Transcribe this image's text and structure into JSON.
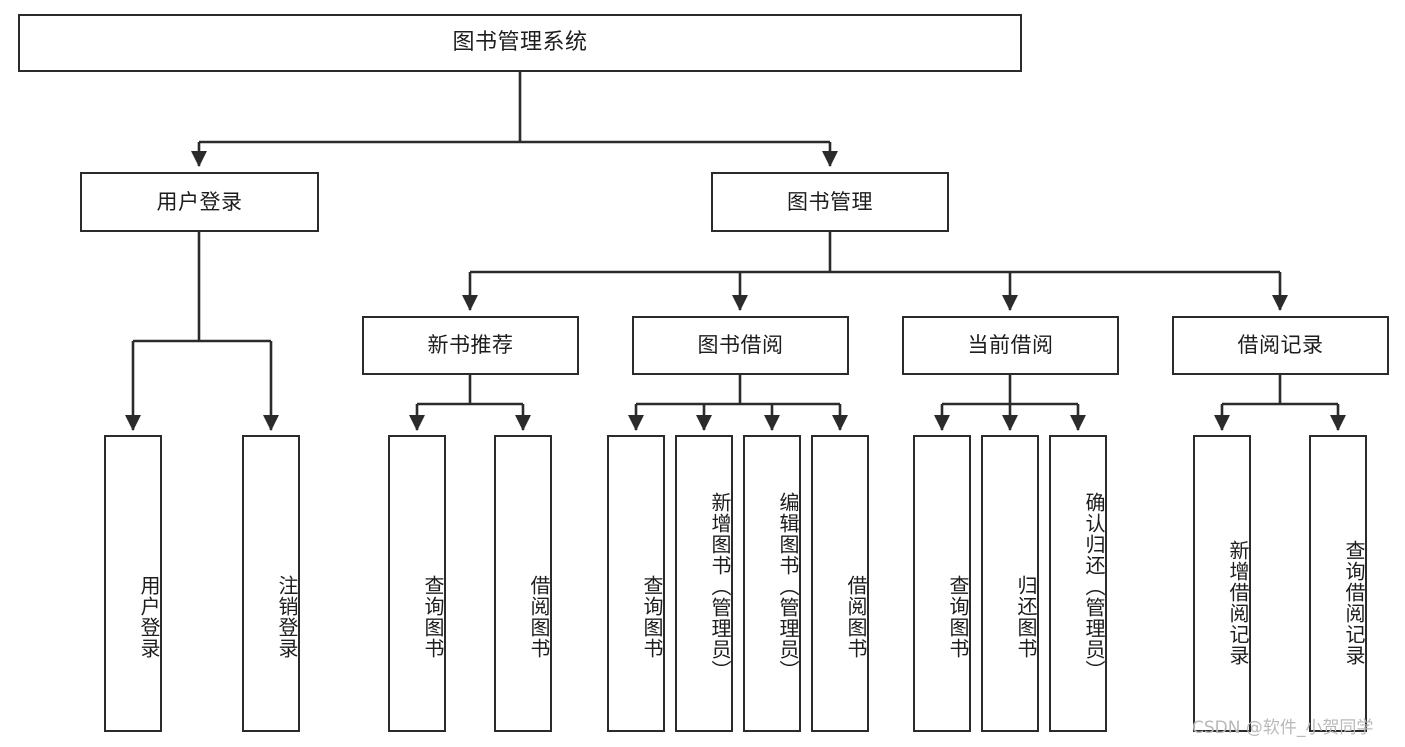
{
  "diagram": {
    "title": "图书管理系统",
    "type": "tree-hierarchy-chart",
    "watermark": "CSDN @软件_小贺同学",
    "colors": {
      "stroke": "#2b2b2b",
      "fill": "#ffffff",
      "text": "#1d1d1d",
      "watermark": "#b9b9b9"
    },
    "levels": {
      "level1": [
        "图书管理系统"
      ],
      "level2": [
        "用户登录",
        "图书管理"
      ],
      "level3": [
        "新书推荐",
        "图书借阅",
        "当前借阅",
        "借阅记录"
      ],
      "level4": [
        "用户登录",
        "注销登录",
        "查询图书",
        "借阅图书",
        "查询图书",
        "新增图书（管理员）",
        "编辑图书（管理员）",
        "借阅图书",
        "查询图书",
        "归还图书",
        "确认归还（管理员）",
        "新增借阅记录",
        "查询借阅记录"
      ]
    },
    "nodes": {
      "root": {
        "label": "图书管理系统"
      },
      "user_login": {
        "label": "用户登录"
      },
      "book_manage": {
        "label": "图书管理"
      },
      "new_book_rec": {
        "label": "新书推荐"
      },
      "book_borrow": {
        "label": "图书借阅"
      },
      "current_borrow": {
        "label": "当前借阅"
      },
      "borrow_record": {
        "label": "借阅记录"
      },
      "leaf_user_login": {
        "label": "用户登录"
      },
      "leaf_logout": {
        "label": "注销登录"
      },
      "leaf_query_book_a": {
        "label": "查询图书"
      },
      "leaf_borrow_book_a": {
        "label": "借阅图书"
      },
      "leaf_query_book_b": {
        "label": "查询图书"
      },
      "leaf_add_book": {
        "label": "新增图书（管理员）"
      },
      "leaf_edit_book": {
        "label": "编辑图书（管理员）"
      },
      "leaf_borrow_book_b": {
        "label": "借阅图书"
      },
      "leaf_query_book_c": {
        "label": "查询图书"
      },
      "leaf_return_book": {
        "label": "归还图书"
      },
      "leaf_confirm_return": {
        "label": "确认归还（管理员）"
      },
      "leaf_add_record": {
        "label": "新增借阅记录"
      },
      "leaf_query_record": {
        "label": "查询借阅记录"
      }
    }
  }
}
